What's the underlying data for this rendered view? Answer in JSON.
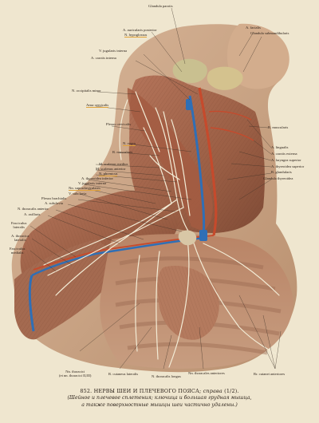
{
  "labels": {
    "glandula_parotis": "Glandula parotis",
    "a_auricularis_posterior": "A. auricularis posterior",
    "n_hypoglossus": "N. hypoglossus",
    "a_facialis": "A. facialis",
    "glandula_submandibularis": "Glandula submandibularis",
    "v_jugularis_interna": "V. jugularis interna",
    "a_carotis_interna": "A. carotis interna",
    "n_occipitalis_minor": "N. occipitalis minor",
    "ansa_cervicalis": "Ansa cervicalis",
    "plexus_cervicalis": "Plexus cervicalis",
    "r_muscularis_upper": "R. muscularis",
    "n_vagus": "N. vagus",
    "r_muscularis_left": "R. muscularis",
    "a_lingualis": "A. lingualis",
    "a_carotis_externa": "A. carotis externa",
    "a_laryngea_superior": "A. laryngea superior",
    "a_thyreoidea_superior": "A. thyreoidea superior",
    "r_glandularis": "R. glandularis",
    "glandula_thyreoidea": "Glandula thyreoidea",
    "m_scalenus_medius": "M. scalenus medius",
    "m_scalenus_anterior": "M. scalenus anterior",
    "n_phrenicus": "N. phrenicus",
    "a_thyreoidea_inferior": "A. thyreoidea inferior",
    "v_jugularis_interna_2": "V. jugularis interna",
    "nn_supraclaviculares": "Nn. supraclaviculares",
    "v_subclavia": "V. subclavia",
    "plexus_brachialis": "Plexus brachialis",
    "a_subclavia": "A. subclavia",
    "n_thoracalis_anterior": "N. thoracalis anterior",
    "a_axillaris": "A. axillaris",
    "fasciculus_lateralis_1": "Fasciculus",
    "fasciculus_lateralis_2": "lateralis",
    "a_thoracica_lateralis_1": "A. thoracica",
    "a_thoracica_lateralis_2": "lateralis",
    "fasciculus_medialis_1": "Fasciculus",
    "fasciculus_medialis_2": "medialis",
    "nn_thoracici_1": "Nn. thoracici",
    "nn_thoracici_2": "(et nn. thoracici II,III)",
    "r_cutaneus_lateralis": "R. cutaneus lateralis",
    "n_thoracalis_longus": "N. thoracalis longus",
    "nn_thoracales_anteriores": "Nn. thoracales anteriores",
    "rr_cutanei_anteriores": "Rr. cutanei anteriores"
  },
  "caption": {
    "line1_main": "852. НЕРВЫ ШЕИ И ПЛЕЧЕВОГО ПОЯСА;",
    "line1_italic": "справа",
    "line1_scale": "(1/2).",
    "line2": "(Шейное и плечевое сплетения; ключица и большая грудная мышца,",
    "line3": "а также поверхностные мышцы шеи частично удалены.)"
  },
  "colors": {
    "paper": "#efe6cf",
    "muscle": "#a9694e",
    "nerve": "#f3ecd6",
    "vein": "#2f6fb6",
    "artery": "#c64a2c",
    "text": "#2c221b"
  }
}
